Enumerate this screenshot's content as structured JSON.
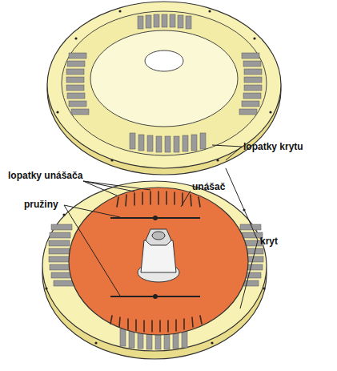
{
  "diagram": {
    "labels": [
      "lopatky krytu",
      "lopatky unášača",
      "unášač",
      "pružiny",
      "kryt"
    ]
  }
}
